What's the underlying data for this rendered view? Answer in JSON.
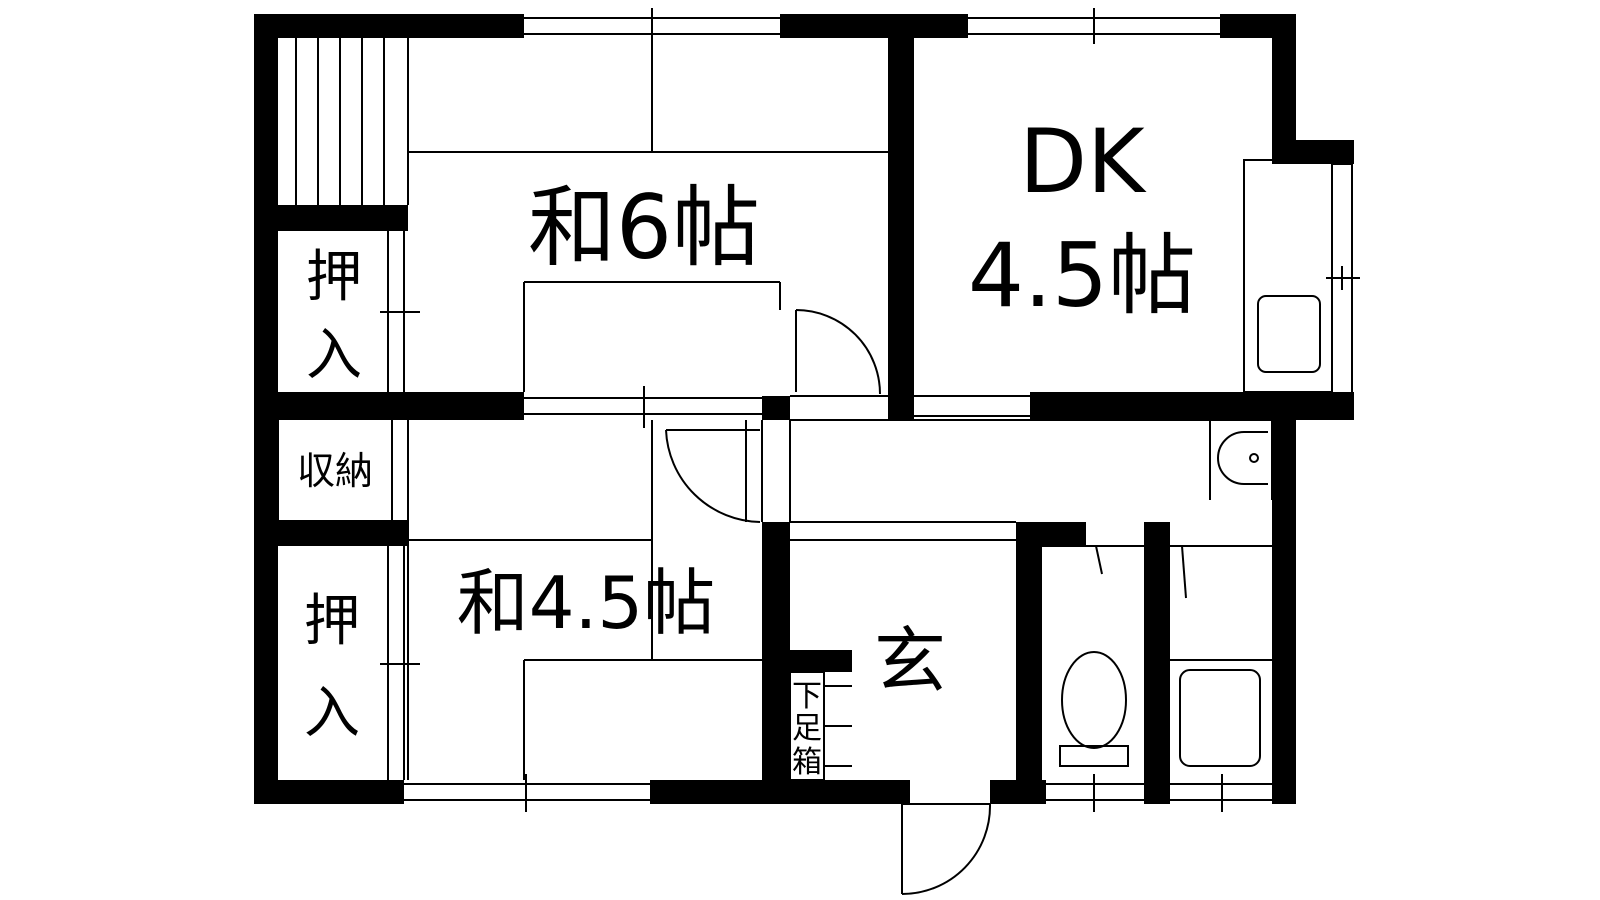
{
  "floor_plan": {
    "rooms": {
      "washitsu_6": "和6帖",
      "dk_title": "DK",
      "dk_size": "4.5帖",
      "washitsu_45": "和4.5帖",
      "genkan": "玄"
    },
    "closets": {
      "upper": [
        "押",
        "入"
      ],
      "lower": [
        "押",
        "入"
      ]
    },
    "storage": "収納",
    "shoe_box": [
      "下",
      "足",
      "箱"
    ]
  }
}
